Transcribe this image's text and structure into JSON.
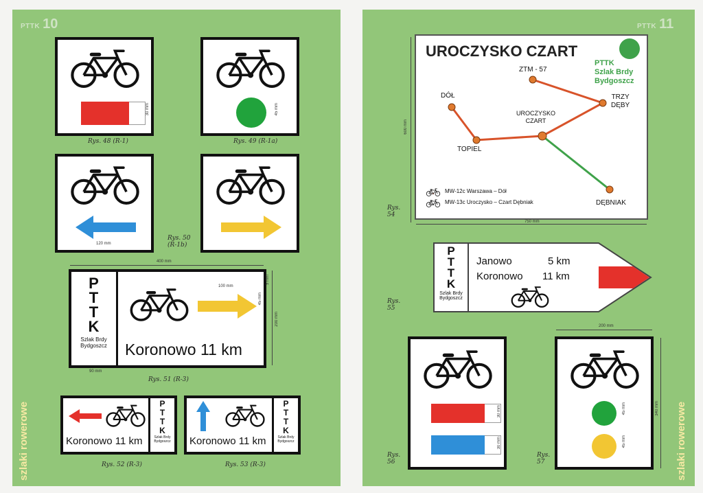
{
  "left_page": {
    "brand": "PTTK",
    "number": "10",
    "side_label": "szlaki rowerowe",
    "fig48": {
      "caption": "Rys. 48 (R-1)",
      "dim": "30 mm"
    },
    "fig49": {
      "caption": "Rys. 49 (R-1a)",
      "dim": "45 mm"
    },
    "fig50": {
      "caption_line1": "Rys. 50",
      "caption_line2": "(R-1b)",
      "dim": "120 mm"
    },
    "fig51": {
      "caption": "Rys. 51 (R-3)",
      "letters": [
        "P",
        "T",
        "T",
        "K"
      ],
      "org_line1": "Szlak Brdy",
      "org_line2": "Bydgoszcz",
      "destination": "Koronowo 11 km",
      "dim_total": "400 mm",
      "dim_arrow": "100 mm",
      "dim_top": "5 mm",
      "dim_arrow_h": "45 mm",
      "dim_height": "200 mm",
      "dim_col": "90 mm"
    },
    "fig52": {
      "caption": "Rys. 52 (R-3)",
      "destination": "Koronowo 11 km",
      "letters": [
        "P",
        "T",
        "T",
        "K"
      ],
      "org_line1": "Szlak Brdy",
      "org_line2": "Bydgoszcz"
    },
    "fig53": {
      "caption": "Rys. 53 (R-3)",
      "destination": "Koronowo 11 km",
      "letters": [
        "P",
        "T",
        "T",
        "K"
      ],
      "org_line1": "Szlak Brdy",
      "org_line2": "Bydgoszcz"
    }
  },
  "right_page": {
    "brand": "PTTK",
    "number": "11",
    "side_label": "szlaki rowerowe",
    "fig54": {
      "caption_line1": "Rys.",
      "caption_line2": "54",
      "title": "UROCZYSKO CZART",
      "logo_line1": "PTTK",
      "logo_line2": "Szlak Brdy",
      "logo_line3": "Bydgoszcz",
      "nodes": {
        "dol": "DÓŁ",
        "ztm": "ZTM - 57",
        "trzy_line1": "TRZY",
        "trzy_line2": "DĘBY",
        "uroczysko_line1": "UROCZYSKO",
        "uroczysko_line2": "CZART",
        "topiel": "TOPIEL",
        "debniak": "DĘBNIAK"
      },
      "legend_red": "MW-12c Warszawa – Dół",
      "legend_green": "MW-13c Uroczysko – Czart Dębniak",
      "dim_height": "600 mm",
      "dim_width": "750 mm",
      "colors": {
        "red_route": "#d8532a",
        "green_route": "#3fa24a",
        "node": "#e07a2e"
      }
    },
    "fig55": {
      "caption_line1": "Rys.",
      "caption_line2": "55",
      "letters": [
        "P",
        "T",
        "T",
        "K"
      ],
      "org_line1": "Szlak Brdy",
      "org_line2": "Bydgoszcz",
      "dest1_name": "Janowo",
      "dest1_dist": "5 km",
      "dest2_name": "Koronowo",
      "dest2_dist": "11 km"
    },
    "fig56": {
      "caption_line1": "Rys.",
      "caption_line2": "56",
      "dim1": "30 mm",
      "dim2": "30 mm"
    },
    "fig57": {
      "caption_line1": "Rys.",
      "caption_line2": "57",
      "dim_width": "200 mm",
      "dim_height": "340 mm",
      "dim1": "45 mm",
      "dim2": "45 mm"
    }
  },
  "colors": {
    "page_green": "#92c679",
    "red": "#e4312b",
    "blue": "#2f8fd8",
    "yellow": "#f2c633",
    "green_dot": "#21a33c"
  }
}
